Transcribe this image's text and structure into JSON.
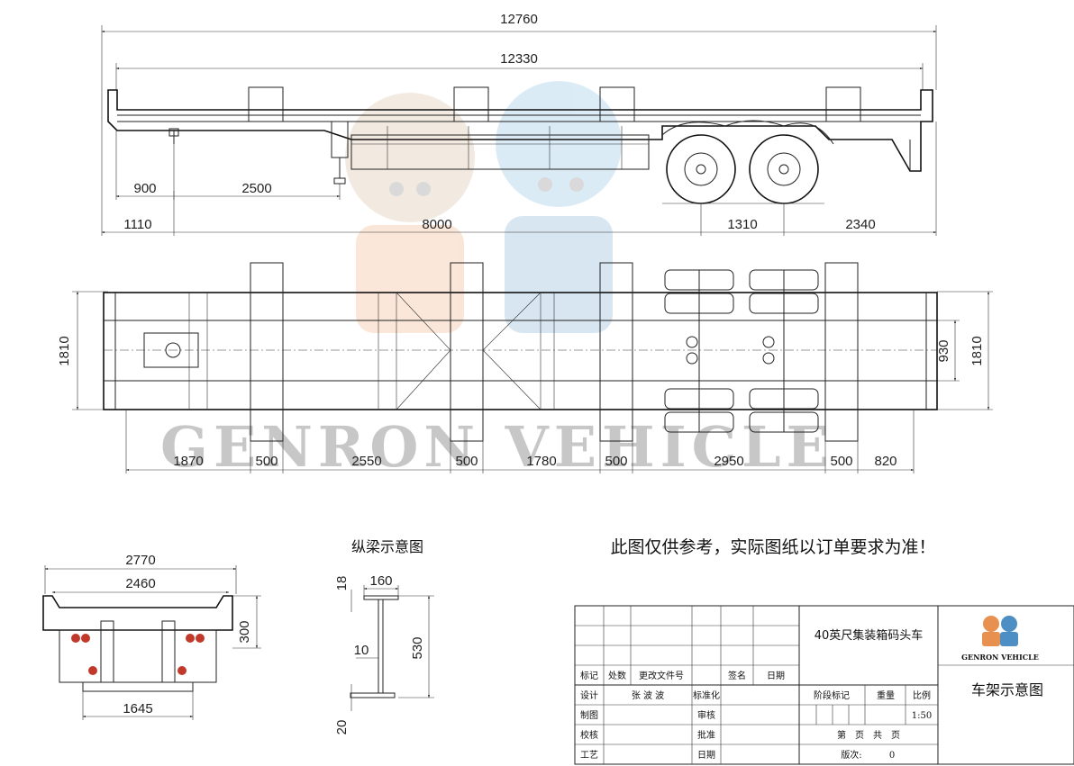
{
  "side_view": {
    "overall_length": "12760",
    "inner_length": "12330",
    "kingpin_to_leg": "900",
    "leg_spacing": "2500",
    "front_overhang": "1110",
    "wheelbase": "8000",
    "axle_spacing": "1310",
    "rear_overhang": "2340"
  },
  "top_view": {
    "width_left": "1810",
    "width_right": "1810",
    "track_width": "930",
    "segments": [
      "1870",
      "500",
      "2550",
      "500",
      "1780",
      "500",
      "2950",
      "500",
      "820"
    ]
  },
  "rear_view": {
    "overall_width": "2770",
    "frame_width": "2460",
    "height": "300",
    "bottom_width": "1645"
  },
  "beam_section": {
    "title": "纵梁示意图",
    "top_flange_thickness": "18",
    "flange_width": "160",
    "web_thickness": "10",
    "beam_height": "530",
    "bottom_flange_thickness": "20"
  },
  "note": "此图仅供参考，实际图纸以订单要求为准！",
  "watermark": "GENRON VEHICLE",
  "title_block": {
    "product_name": "40英尺集装箱码头车",
    "drawing_name": "车架示意图",
    "logo_text": "GENRON VEHICLE",
    "rev_headers": [
      "标记",
      "处数",
      "更改文件号",
      "签名",
      "日期"
    ],
    "design_label": "设计",
    "designer": "张 波 波",
    "standardize_label": "标准化",
    "drafting_label": "制图",
    "review_label": "审核",
    "check_label": "校核",
    "approve_label": "批准",
    "process_label": "工艺",
    "date_label": "日期",
    "stage_label": "阶段标记",
    "weight_label": "重量",
    "scale_label": "比例",
    "scale_value": "1:50",
    "sheet_label": "第　页　共　页",
    "version_label": "版次:",
    "version_value": "0"
  }
}
